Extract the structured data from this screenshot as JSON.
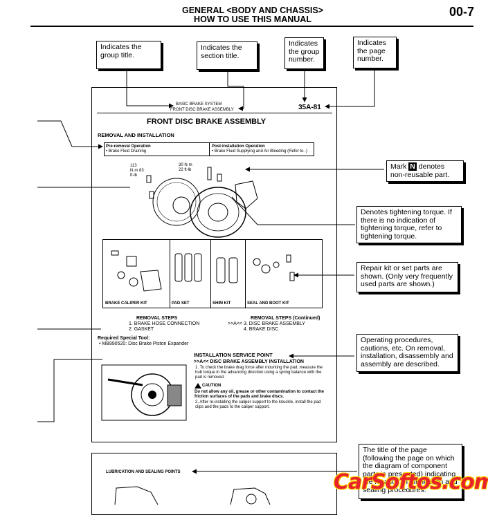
{
  "header": {
    "line1": "GENERAL <BODY AND CHASSIS>",
    "line2": "HOW TO USE THIS MANUAL",
    "page_number": "00-7"
  },
  "callouts": {
    "group_title": "Indicates the group title.",
    "section_title": "Indicates the section title.",
    "group_number": "Indicates the group number.",
    "page_number": "Indicates the page number.",
    "nonreusable_mark": "N",
    "nonreusable_pre": "Mark",
    "nonreusable_post": "denotes non-reusable part.",
    "torque": "Denotes tightening torque. If there is no indication of tightening torque, refer to tightening torque.",
    "repair_kit": "Repair kit or set parts are shown. (Only very frequently used parts are shown.)",
    "procedures": "Operating procedures, cautions, etc. On removal, installation, disassembly and assembly are described.",
    "page_title": "The title of the page (following the page on which the diagram of component parts is presented) indicating the location of lubrication and sealing procedures."
  },
  "sample_page": {
    "group": "BASIC BRAKE SYSTEM",
    "section": "FRONT DISC BRAKE ASSEMBLY",
    "page_code": "35A-81",
    "title": "FRONT DISC BRAKE ASSEMBLY",
    "subtitle": "REMOVAL AND INSTALLATION",
    "pre_op_head": "Pre-removal Operation",
    "pre_op_item": "•  Brake Fluid Draining",
    "post_op_head": "Post-installation Operation",
    "post_op_item": "•  Brake Fluid Supplying and Air Bleeding (Refer to .)",
    "torque1": "113 N·m 83 ft-lb",
    "torque2": "30 N·m 22 ft-lb",
    "kits": [
      "BRAKE CALIPER KIT",
      "PAD SET",
      "SHIM KIT",
      "SEAL AND BOOT KIT"
    ],
    "steps_head": "REMOVAL STEPS",
    "steps": [
      "1.  BRAKE HOSE CONNECTION",
      "2.  GASKET"
    ],
    "steps_cont_head": "REMOVAL STEPS (Continued)",
    "steps_cont": [
      ">>A<<  3.  DISC BRAKE ASSEMBLY",
      "4.  BRAKE DISC"
    ],
    "tool_head": "Required Special Tool:",
    "tool": "•  MB990520: Disc Brake Piston Expander",
    "isp_head": "INSTALLATION SERVICE POINT",
    "isp_sub": ">>A<< DISC BRAKE ASSEMBLY INSTALLATION",
    "isp_text": "1.  To check the brake drag force after mounting the pad, measure the hub torque in the advancing direction using a spring balance with the pad is removed.",
    "caution": "CAUTION",
    "caution_text": "Do not allow any oil, grease or other contamination to contact the friction surfaces of the pads and brake discs.",
    "isp_text2": "2.  After re-installing the caliper support to the knuckle, install the pad clips and the pads to the caliper support."
  },
  "second_page": {
    "title": "LUBRICATION AND SEALING POINTS"
  },
  "watermark": "CarSoftos.com"
}
